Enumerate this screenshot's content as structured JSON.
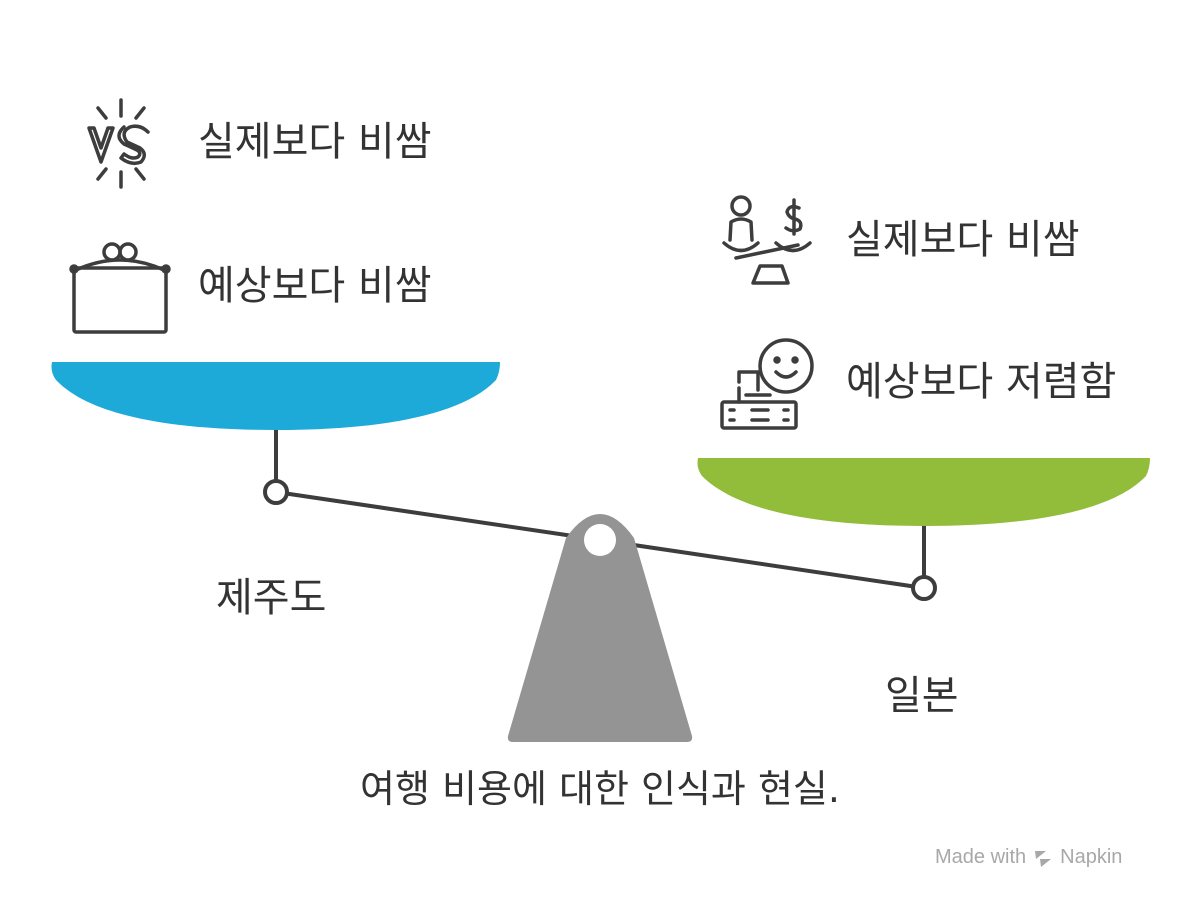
{
  "left_pan": {
    "place": "제주도",
    "items": [
      {
        "icon": "vs-icon",
        "text": "실제보다 비쌈"
      },
      {
        "icon": "purse-icon",
        "text": "예상보다 비쌈"
      }
    ],
    "color": "#1eaad9"
  },
  "right_pan": {
    "place": "일본",
    "items": [
      {
        "icon": "balance-person-dollar-icon",
        "text": "실제보다 비쌈"
      },
      {
        "icon": "happy-budget-icon",
        "text": "예상보다 저렴함"
      }
    ],
    "color": "#91bd3a"
  },
  "fulcrum_color": "#949494",
  "caption": "여행 비용에 대한 인식과 현실.",
  "watermark": {
    "text_made": "Made with",
    "text_brand": "Napkin",
    "icon": "napkin-logo-icon"
  }
}
